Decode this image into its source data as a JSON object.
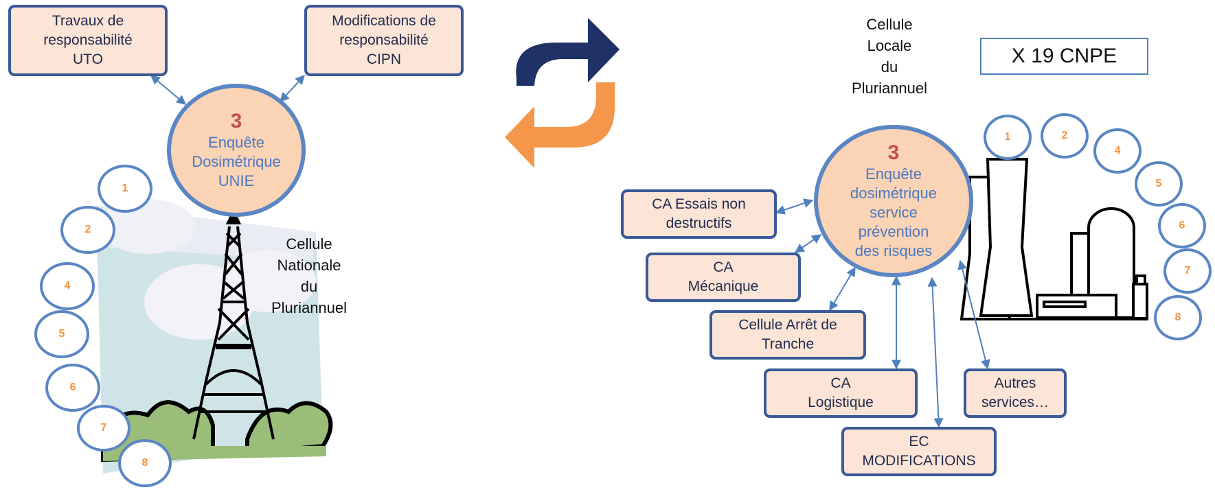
{
  "left": {
    "boxes": {
      "uto": [
        "Travaux  de",
        "responsabilité",
        "UTO"
      ],
      "cipn": [
        "Modifications de",
        "responsabilité",
        "CIPN"
      ]
    },
    "center": {
      "number": "3",
      "lines": [
        "Enquête",
        "Dosimétrique",
        "UNIE"
      ]
    },
    "label": [
      "Cellule",
      "Nationale",
      "du",
      "Pluriannuel"
    ],
    "circles": [
      "1",
      "2",
      "4",
      "5",
      "6",
      "7",
      "8"
    ]
  },
  "arrows": {
    "top_color": "#1f3166",
    "bottom_color": "#f4974a"
  },
  "right": {
    "label": [
      "Cellule",
      "Locale",
      "du",
      "Pluriannuel"
    ],
    "cnpe": "X 19 CNPE",
    "center": {
      "number": "3",
      "lines": [
        "Enquête",
        "dosimétrique",
        "service",
        "prévention",
        "des risques"
      ]
    },
    "boxes": {
      "essais": [
        "CA Essais non",
        "destructifs"
      ],
      "mecanique": [
        "CA",
        "Mécanique"
      ],
      "arret": [
        "Cellule Arrêt de",
        "Tranche"
      ],
      "logistique": [
        "CA",
        "Logistique"
      ],
      "autres": [
        "Autres",
        "services…"
      ],
      "ec": [
        "EC",
        "MODIFICATIONS"
      ]
    },
    "circles": [
      "1",
      "2",
      "4",
      "5",
      "6",
      "7",
      "8"
    ]
  },
  "colors": {
    "box_fill": "#fce4d6",
    "box_border": "#3b5998",
    "circle_border": "#5b86c4",
    "number_red": "#c0504d",
    "number_orange": "#f4913c"
  }
}
